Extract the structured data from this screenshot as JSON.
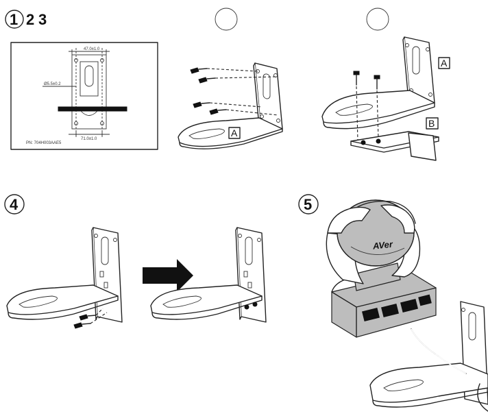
{
  "steps": {
    "step1": "1",
    "step2": "2",
    "step3": "3",
    "step4": "4",
    "step5": "5"
  },
  "template": {
    "dim_top": "47.0±1.0",
    "dim_side": "Ø5.5±0.2",
    "dim_bottom": "71.0±1.0",
    "footer_text": "PN: 704H003AAE5"
  },
  "part_labels": {
    "step2_a": "A",
    "step3_a": "A",
    "step3_b": "B"
  },
  "camera": {
    "brand": "AVer"
  }
}
